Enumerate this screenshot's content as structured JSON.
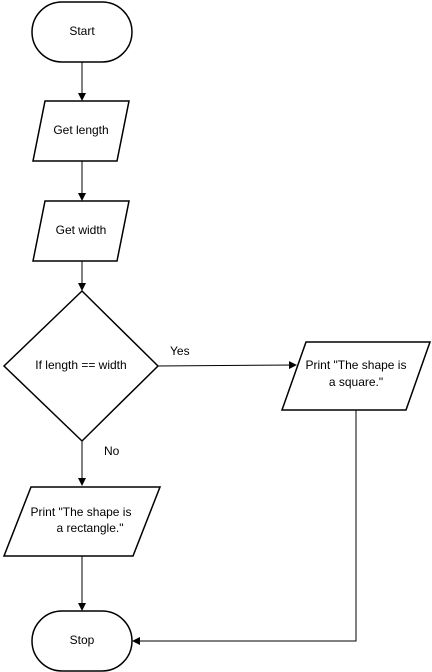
{
  "flowchart": {
    "nodes": {
      "start": {
        "label": "Start",
        "shape": "terminator"
      },
      "get_length": {
        "label": "Get length",
        "shape": "input-output"
      },
      "get_width": {
        "label": "Get width",
        "shape": "input-output"
      },
      "decision": {
        "label": "If length == width",
        "shape": "decision"
      },
      "print_square": {
        "line1": "Print \"The shape is",
        "line2": "a square.\"",
        "shape": "input-output"
      },
      "print_rectangle": {
        "line1": "Print \"The shape is",
        "line2": "a rectangle.\"",
        "shape": "input-output"
      },
      "stop": {
        "label": "Stop",
        "shape": "terminator"
      }
    },
    "edges": {
      "yes_label": "Yes",
      "no_label": "No"
    },
    "colors": {
      "stroke": "#000000",
      "fill": "#ffffff"
    }
  }
}
